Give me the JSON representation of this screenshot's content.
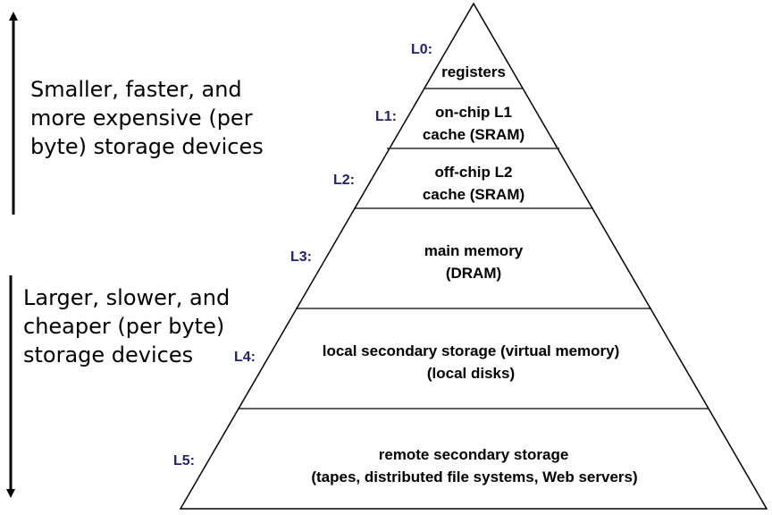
{
  "annotations": {
    "top": [
      "Smaller, faster, and",
      "more expensive (per",
      "byte) storage devices"
    ],
    "bottom": [
      "Larger, slower, and",
      "cheaper (per byte)",
      "storage devices"
    ]
  },
  "levels": [
    {
      "id": "L0:",
      "lines": [
        "registers"
      ]
    },
    {
      "id": "L1:",
      "lines": [
        "on-chip L1",
        "cache (SRAM)"
      ]
    },
    {
      "id": "L2:",
      "lines": [
        "off-chip L2",
        "cache (SRAM)"
      ]
    },
    {
      "id": "L3:",
      "lines": [
        "main memory",
        "(DRAM)"
      ]
    },
    {
      "id": "L4:",
      "lines": [
        "local secondary storage (virtual memory)",
        "(local disks)"
      ]
    },
    {
      "id": "L5:",
      "lines": [
        "remote secondary storage",
        "(tapes, distributed file systems, Web servers)"
      ]
    }
  ],
  "colors": {
    "level_label": "#1f1f7a",
    "text": "#000000",
    "line": "#000000"
  }
}
